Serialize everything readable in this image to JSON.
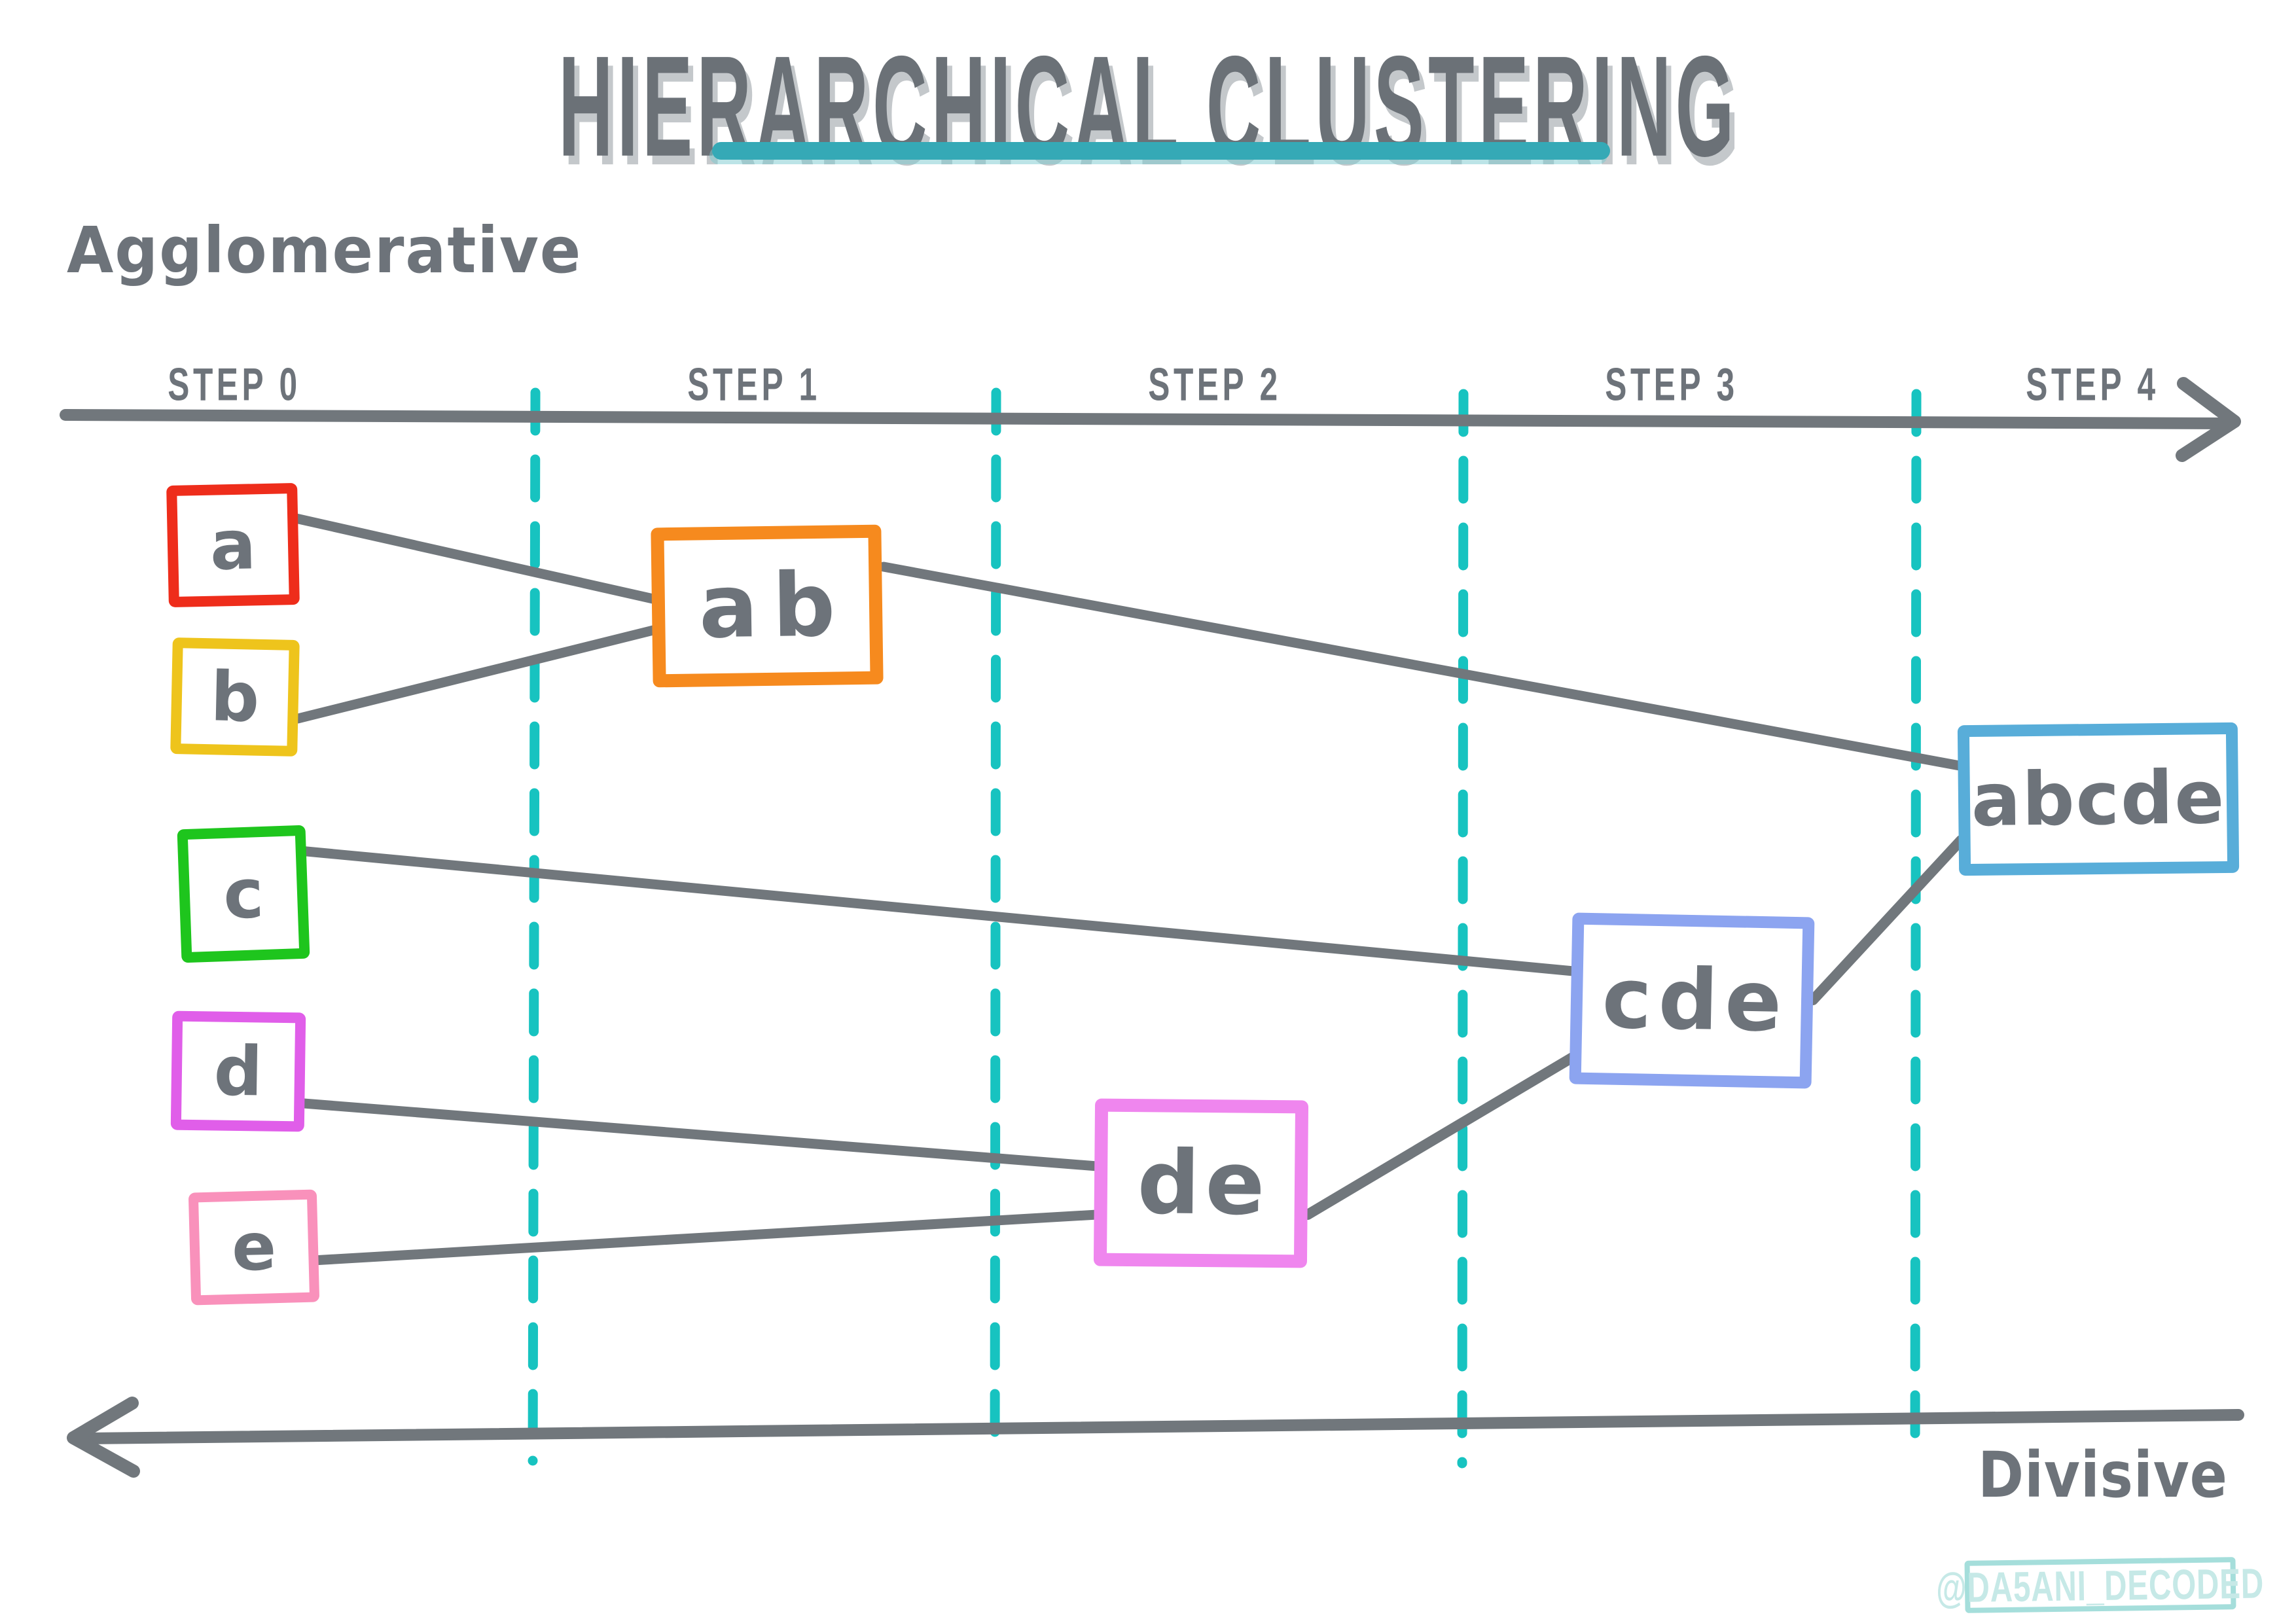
{
  "title": "HIERARCHICAL CLUSTERING",
  "methods": {
    "top": "Agglomerative",
    "bottom": "Divisive"
  },
  "timeline": {
    "steps": [
      {
        "label": "STEP 0"
      },
      {
        "label": "STEP 1"
      },
      {
        "label": "STEP 2"
      },
      {
        "label": "STEP 3"
      },
      {
        "label": "STEP 4"
      }
    ]
  },
  "nodes": [
    {
      "id": "a",
      "label": "a",
      "border_color": "#ee2d1b",
      "step": 0
    },
    {
      "id": "b",
      "label": "b",
      "border_color": "#eec41c",
      "step": 0
    },
    {
      "id": "c",
      "label": "c",
      "border_color": "#1ec51d",
      "step": 0
    },
    {
      "id": "d",
      "label": "d",
      "border_color": "#e05ee9",
      "step": 0
    },
    {
      "id": "e",
      "label": "e",
      "border_color": "#f991bb",
      "step": 0
    },
    {
      "id": "ab",
      "label": "ab",
      "border_color": "#f68a1e",
      "step": 1
    },
    {
      "id": "de",
      "label": "de",
      "border_color": "#ef86ee",
      "step": 2
    },
    {
      "id": "cde",
      "label": "cde",
      "border_color": "#8ca4f0",
      "step": 3
    },
    {
      "id": "abcde",
      "label": "abcde",
      "border_color": "#58add9",
      "step": 4
    }
  ],
  "edges": [
    [
      "a",
      "ab"
    ],
    [
      "b",
      "ab"
    ],
    [
      "ab",
      "abcde"
    ],
    [
      "c",
      "cde"
    ],
    [
      "d",
      "de"
    ],
    [
      "e",
      "de"
    ],
    [
      "de",
      "cde"
    ],
    [
      "cde",
      "abcde"
    ]
  ],
  "watermark": "@DA5ANI_DECODED",
  "colors": {
    "text_gray": "#6d737a",
    "line_gray": "#71777c",
    "step_divider_teal": "#17c3c0",
    "title_underline_teal": "#35a9b6",
    "watermark_border_teal": "#a5dedb",
    "watermark_text_teal": "#c6e9e7"
  }
}
